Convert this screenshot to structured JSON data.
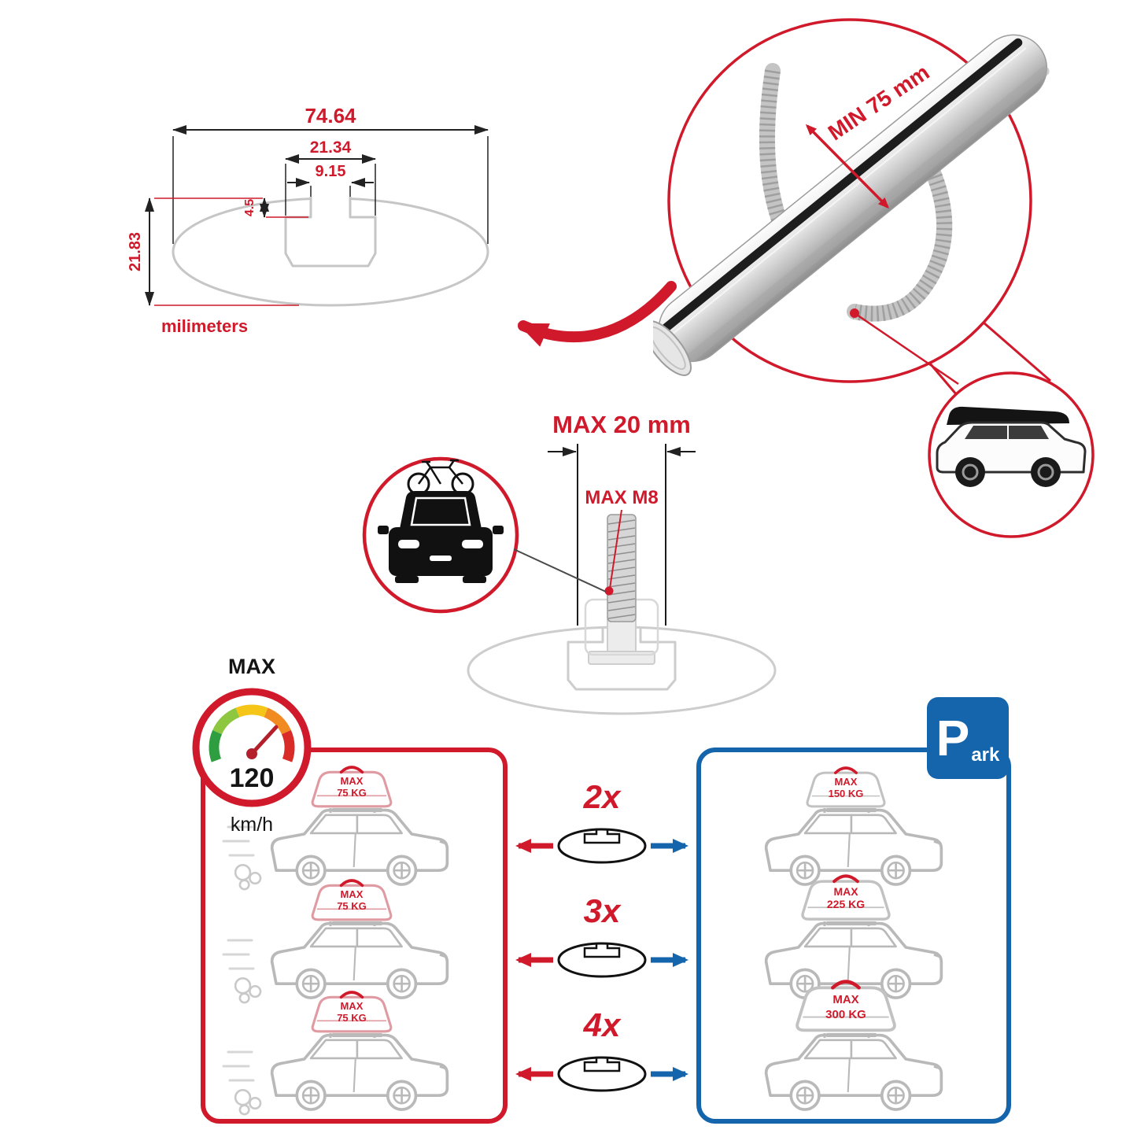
{
  "colors": {
    "red": "#d01a2b",
    "blue": "#1565ad",
    "ghost_gray": "#c6c6c6",
    "dark": "#141414",
    "silver": "#d9d9d9"
  },
  "dimension_diagram": {
    "total_width": "74.64",
    "channel_width": "21.34",
    "slot_width": "9.15",
    "slot_depth": "4.5",
    "total_height": "21.83",
    "units_label": "milimeters"
  },
  "crossbar_detail": {
    "clearance_label": "MIN 75 mm"
  },
  "bolt_detail": {
    "max_width_label": "MAX 20 mm",
    "thread_label": "MAX M8"
  },
  "speedometer": {
    "max_label": "MAX",
    "speed_value": "120",
    "speed_unit": "km/h"
  },
  "park_sign": {
    "letter": "P",
    "rest": "ark"
  },
  "multipliers": [
    {
      "label": "2x"
    },
    {
      "label": "3x"
    },
    {
      "label": "4x"
    }
  ],
  "driving_panel": {
    "cars": [
      {
        "max_label": "MAX",
        "weight": "75 KG"
      },
      {
        "max_label": "MAX",
        "weight": "75 KG"
      },
      {
        "max_label": "MAX",
        "weight": "75 KG"
      }
    ]
  },
  "parking_panel": {
    "cars": [
      {
        "max_label": "MAX",
        "weight": "150 KG"
      },
      {
        "max_label": "MAX",
        "weight": "225 KG"
      },
      {
        "max_label": "MAX",
        "weight": "300 KG"
      }
    ]
  }
}
